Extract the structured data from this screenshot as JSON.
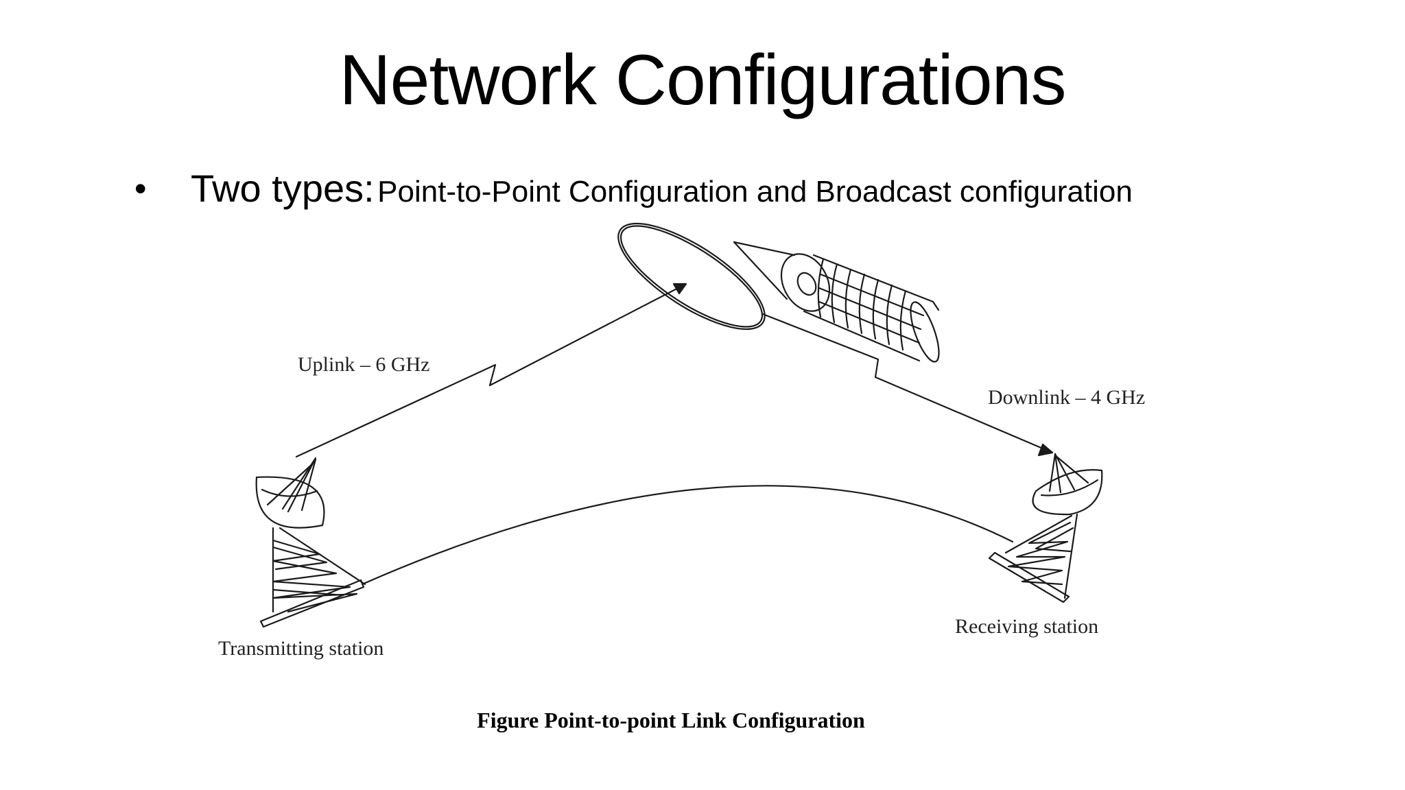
{
  "slide": {
    "title": "Network Configurations",
    "bullet": {
      "marker": "•",
      "lead": "Two types:",
      "rest": "Point-to-Point Configuration and Broadcast configuration"
    }
  },
  "diagram": {
    "uplink_label": "Uplink – 6 GHz",
    "downlink_label": "Downlink – 4 GHz",
    "transmitting_label": "Transmitting station",
    "receiving_label": "Receiving station",
    "caption": "Figure Point-to-point Link Configuration"
  }
}
